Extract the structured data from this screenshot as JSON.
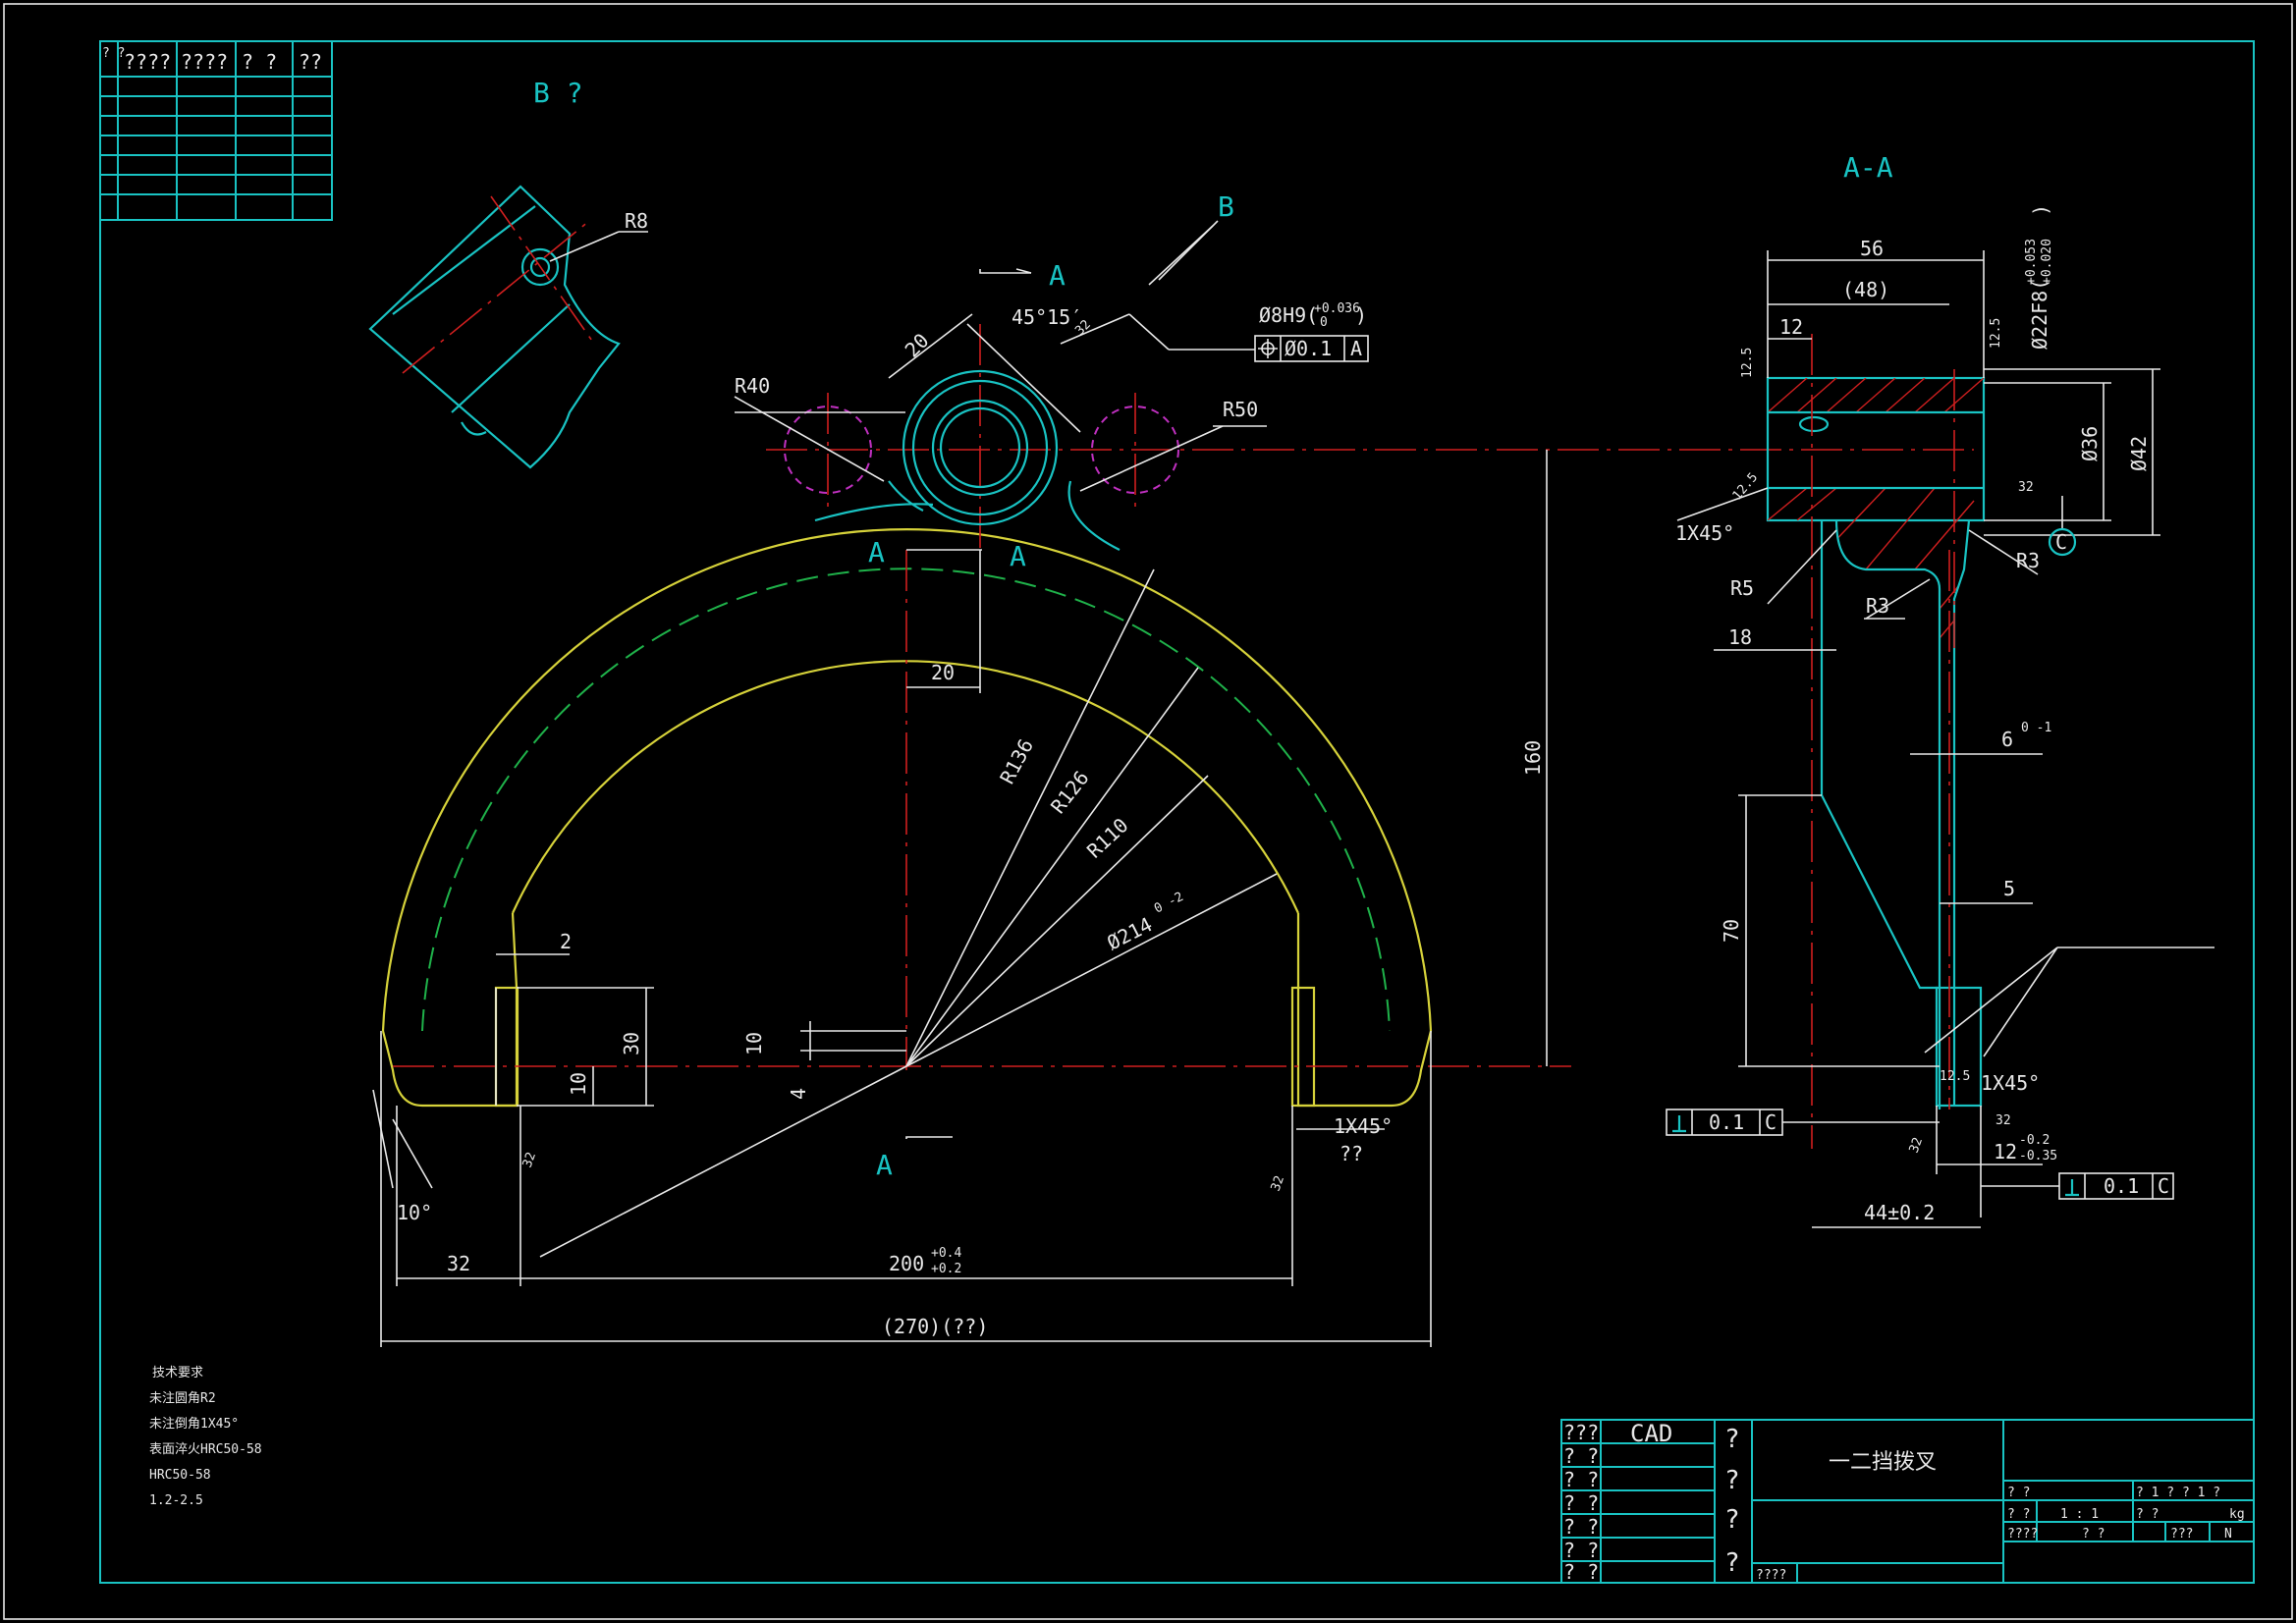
{
  "views": {
    "view_b_title": "B ?",
    "section_title": "A-A",
    "arrow_b": "B",
    "section_a_top": "A",
    "section_a_left": "A",
    "section_a_right": "A",
    "section_a_bottom": "A"
  },
  "revision_table": {
    "headers": [
      "?\n?",
      "????",
      "????",
      "?   ?",
      "??"
    ]
  },
  "dimensions": {
    "r8": "R8",
    "r40": "R40",
    "r50": "R50",
    "d20_top": "20",
    "angle": "45°15′",
    "rough32_a": "32",
    "hole_tol": "Ø8H9(",
    "hole_tol_up": "+0.036",
    "hole_tol_lo": "0",
    "hole_tol_close": ")",
    "pos_tol_val": "Ø0.1",
    "pos_tol_ref": "A",
    "d20_mid": "20",
    "r136": "R136",
    "r126": "R126",
    "r110": "R110",
    "d214": "Ø214",
    "d214_tol": "0\n-2",
    "d160": "160",
    "d2": "2",
    "d30": "30",
    "d10_left": "10",
    "d10_center": "10",
    "d4": "4",
    "angle10": "10°",
    "d32": "32",
    "d200": "200",
    "d200_tol_up": "+0.4",
    "d200_tol_lo": "+0.2",
    "d270": "(270)(??)",
    "chamfer_fork": "1X45°",
    "chamfer_fork_note": "??",
    "rough32_b": "32",
    "rough32_c": "32",
    "d56": "56",
    "d48": "(48)",
    "d12": "12",
    "rough125_a": "12.5",
    "rough125_b": "12.5",
    "rough125_c": "12.5",
    "rough125_d": "12.5",
    "bore_tol": "Ø22F8(",
    "bore_tol_up": "+0.053",
    "bore_tol_lo": "+0.020",
    "bore_close": ")",
    "d36": "Ø36",
    "d42": "Ø42",
    "rough32_d": "32",
    "datum_c": "C",
    "chamfer_a": "1X45°",
    "r5": "R5",
    "r3_a": "R3",
    "r3_b": "R3",
    "d18": "18",
    "d6": "6",
    "d6_tol": "0\n-1",
    "d70": "70",
    "d5": "5",
    "chamfer_b": "1X45°",
    "perp_val_a": "0.1",
    "perp_ref_a": "C",
    "rough32_e": "32",
    "rough32_f": "32",
    "d12b": "12",
    "d12b_tol_up": "-0.2",
    "d12b_tol_lo": "-0.35",
    "perp_val_b": "0.1",
    "perp_ref_b": "C",
    "d44": "44±0.2"
  },
  "notes": {
    "lines": [
      "技术要求",
      "未注圆角R2",
      "未注倒角1X45°",
      "表面淬火HRC50-58",
      "HRC50-58",
      "1.2-2.5"
    ]
  },
  "title_block": {
    "cad": "CAD",
    "part_name": "一二挡拨叉",
    "q1": "?",
    "q2": "?",
    "q3": "?",
    "q4": "?",
    "left_labels": [
      "???",
      "? ?",
      "? ?",
      "? ?",
      "? ?",
      "? ?",
      "? ?"
    ],
    "scale_label": "? ?",
    "scale_value": "1 : 1",
    "sheet": "? 1 ? ? 1 ?",
    "kg": "kg",
    "bottom_left": "????",
    "bottom_mid": "? ?",
    "bottom_right": "???",
    "n": "N",
    "small_label": "????"
  }
}
